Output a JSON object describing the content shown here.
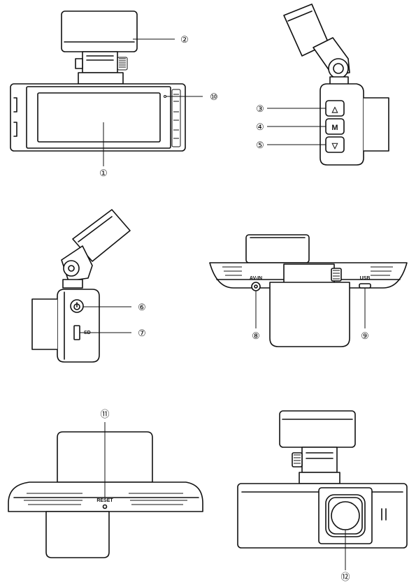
{
  "callouts": [
    "①",
    "②",
    "③",
    "④",
    "⑤",
    "⑥",
    "⑦",
    "⑧",
    "⑨",
    "⑩",
    "⑪",
    "⑫"
  ],
  "port_labels": {
    "av_in": "AV-IN",
    "usb": "USB",
    "reset": "RESET",
    "sd": "SD"
  },
  "button_glyphs": {
    "up": "△",
    "menu": "M",
    "down": "▽"
  }
}
